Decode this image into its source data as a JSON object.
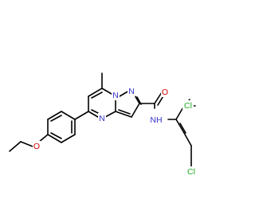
{
  "molecule": {
    "atoms": [
      {
        "id": "N1",
        "element": "N",
        "label": "N",
        "color": "#3333cc"
      },
      {
        "id": "N2",
        "element": "N",
        "label": "N",
        "color": "#3333cc"
      },
      {
        "id": "N3",
        "element": "N",
        "label": "N",
        "color": "#3333cc"
      },
      {
        "id": "N4",
        "element": "N",
        "label": "NH",
        "color": "#3333cc"
      },
      {
        "id": "O1",
        "element": "O",
        "label": "O",
        "color": "#cc0000"
      },
      {
        "id": "O2",
        "element": "O",
        "label": "O",
        "color": "#cc0000"
      },
      {
        "id": "Cl1",
        "element": "Cl",
        "label": "Cl",
        "color": "#22aa22"
      },
      {
        "id": "Cl2",
        "element": "Cl",
        "label": "Cl",
        "color": "#22aa22"
      }
    ],
    "bond_color": "#000000"
  }
}
